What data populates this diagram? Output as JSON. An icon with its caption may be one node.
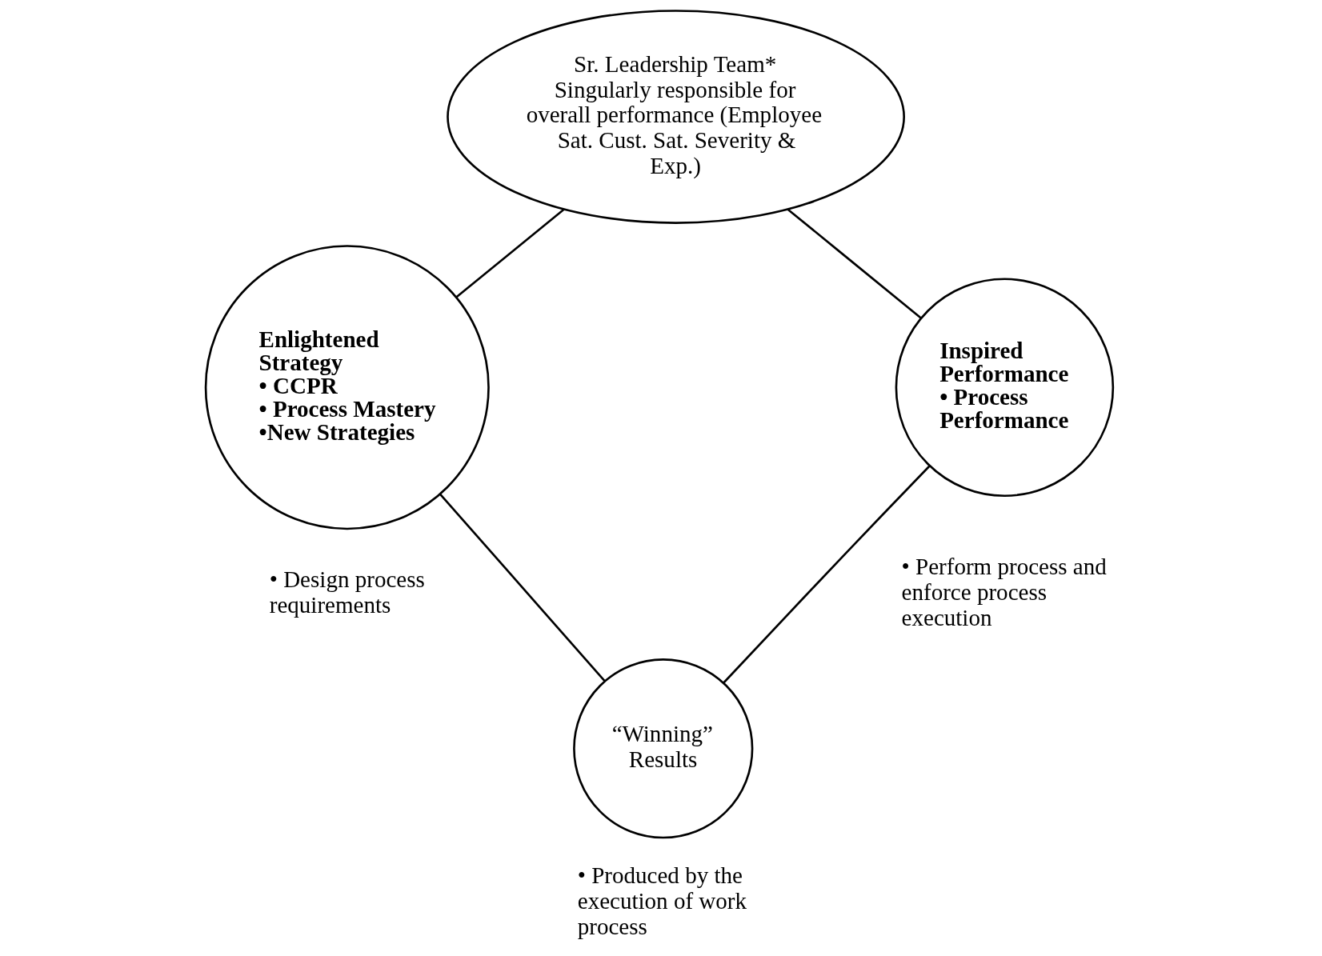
{
  "diagram": {
    "nodes": [
      {
        "text": [
          "Sr. Leadership Team*",
          "Singularly responsible for overall performance (Employee Sat. Cust. Sat. Severity & Exp.)"
        ]
      },
      {
        "text": [
          "Enlightened Strategy",
          "• CCPR",
          "• Process Mastery",
          "•New Strategies"
        ],
        "beside": [
          "• Design process requirements"
        ]
      },
      {
        "text": [
          "“Winning” Results"
        ],
        "beside": [
          "• Produced by the execution of work process"
        ]
      },
      {
        "text": [
          "Inspired Performance",
          "• Process Performance"
        ],
        "beside": [
          "• Perform process and enforce process execution"
        ]
      }
    ],
    "edges": [
      {
        "from": 0,
        "to": 1,
        "arrow": "none"
      },
      {
        "from": 0,
        "to": 3,
        "arrow": "none"
      },
      {
        "from": 1,
        "to": 2,
        "arrow": "none"
      },
      {
        "from": 3,
        "to": 2,
        "arrow": "none"
      }
    ]
  }
}
